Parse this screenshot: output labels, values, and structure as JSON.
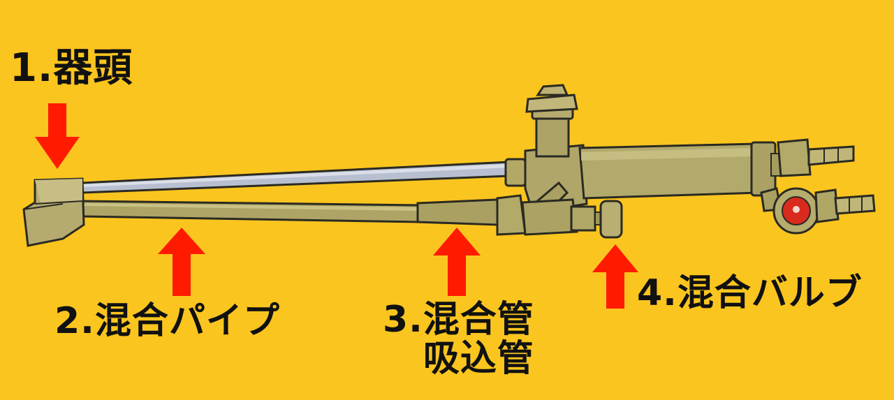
{
  "labels": {
    "head": "1.器頭",
    "mixing_pipe": "2.混合パイプ",
    "mixing_tube_line1": "3.混合管",
    "mixing_tube_line2": "吸込管",
    "mixing_valve": "4.混合バルブ"
  },
  "colors": {
    "background": "#FBC51F",
    "arrow": "#FF1A00",
    "brass": "#B9AE6C",
    "steel": "#B8BFD0",
    "outline": "#2A2A22"
  }
}
